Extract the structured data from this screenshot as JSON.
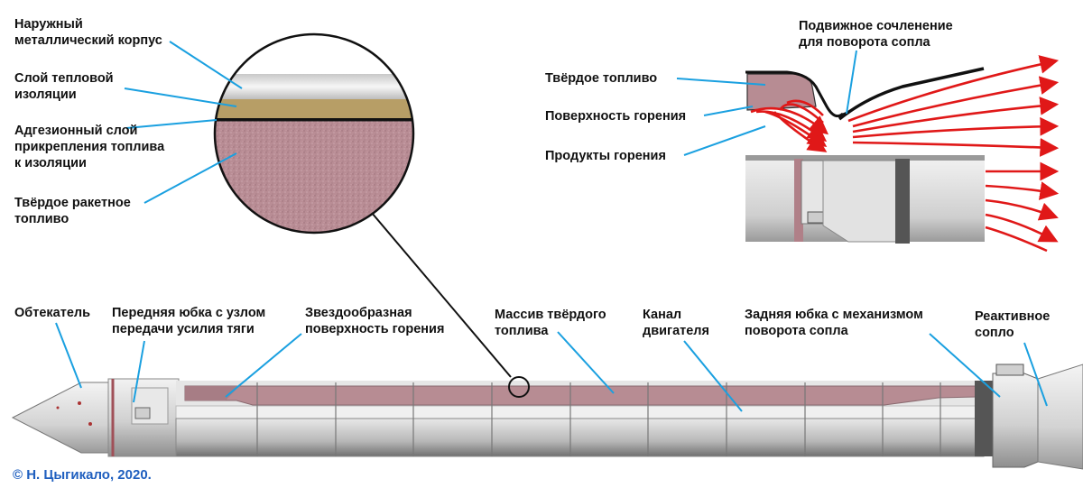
{
  "labels": {
    "outer_case_1": "Наружный",
    "outer_case_2": "металлический корпус",
    "thermal_1": "Слой тепловой",
    "thermal_2": "изоляции",
    "adhesion_1": "Адгезионный слой",
    "adhesion_2": "прикрепления топлива",
    "adhesion_3": "к изоляции",
    "propellant_1": "Твёрдое ракетное",
    "propellant_2": "топливо",
    "nozzle_joint_1": "Подвижное сочленение",
    "nozzle_joint_2": "для поворота сопла",
    "solid_fuel": "Твёрдое топливо",
    "burn_surface": "Поверхность горения",
    "combustion_products": "Продукты горения",
    "fairing": "Обтекатель",
    "front_skirt_1": "Передняя юбка с узлом",
    "front_skirt_2": "передачи усилия тяги",
    "star_surface_1": "Звездообразная",
    "star_surface_2": "поверхность горения",
    "mass_1": "Массив твёрдого",
    "mass_2": "топлива",
    "channel_1": "Канал",
    "channel_2": "двигателя",
    "rear_skirt_1": "Задняя юбка с механизмом",
    "rear_skirt_2": "поворота сопла",
    "nozzle_1": "Реактивное",
    "nozzle_2": "сопло"
  },
  "copyright": "© Н. Цыгикало, 2020.",
  "colors": {
    "leader_line": "#1aa0e0",
    "propellant": "#b78c93",
    "thermal_layer": "#b79e66",
    "metal": "#d8d8d8",
    "flow_arrows": "#e01818",
    "copyright": "#1f5fbf"
  }
}
